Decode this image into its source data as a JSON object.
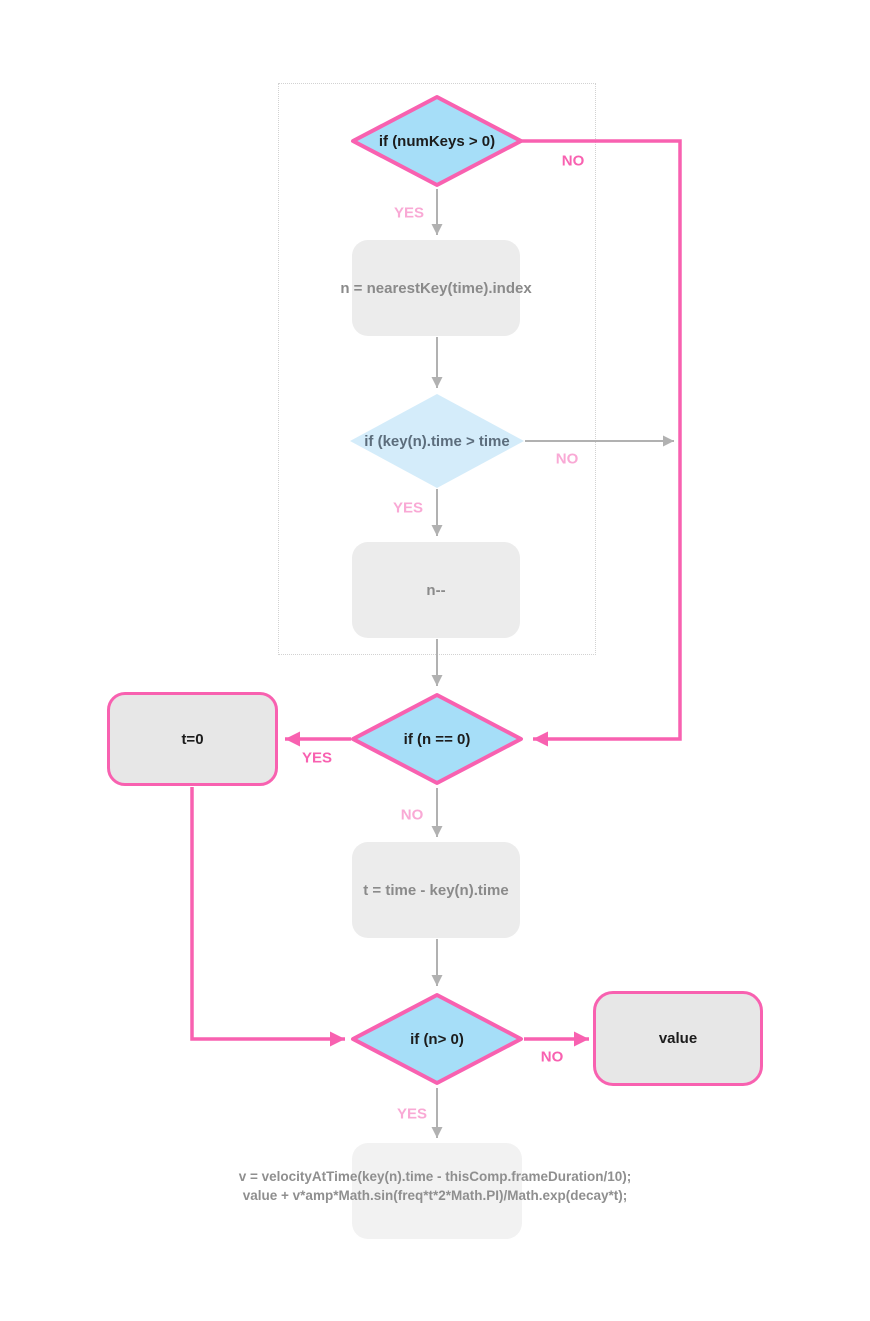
{
  "colors": {
    "pink": "#f861b0",
    "pink_light": "#f9a9d5",
    "blue": "#a6def8",
    "blue_light": "#d4ecfa",
    "box_gray": "#ececec",
    "box_gray_dark": "#e7e7e7",
    "code_box": "#f2f2f2",
    "text_dark": "#1c1c1c",
    "text_gray": "#8a8a8a",
    "text_slate": "#5c6d7c",
    "arrow_gray": "#b1b1b1",
    "dotted": "#d2d2d2"
  },
  "nodes": {
    "numkeys": {
      "label": "if (numKeys > 0)"
    },
    "nearestkey": {
      "label": "n = nearestKey(time).index"
    },
    "keytime": {
      "label": "if (key(n).time > time"
    },
    "decrement": {
      "label": "n--"
    },
    "nzero": {
      "label": "if (n == 0)"
    },
    "tzero": {
      "label": "t=0"
    },
    "ttime": {
      "label": "t = time - key(n).time"
    },
    "npos": {
      "label": "if (n> 0)"
    },
    "value": {
      "label": "value"
    },
    "code": {
      "line1": "v = velocityAtTime(key(n).time - thisComp.frameDuration/10);",
      "line2": "value + v*amp*Math.sin(freq*t*2*Math.PI)/Math.exp(decay*t);"
    }
  },
  "edge_labels": {
    "numkeys_yes": "YES",
    "numkeys_no": "NO",
    "keytime_yes": "YES",
    "keytime_no": "NO",
    "nzero_yes": "YES",
    "nzero_no": "NO",
    "npos_yes": "YES",
    "npos_no": "NO"
  }
}
